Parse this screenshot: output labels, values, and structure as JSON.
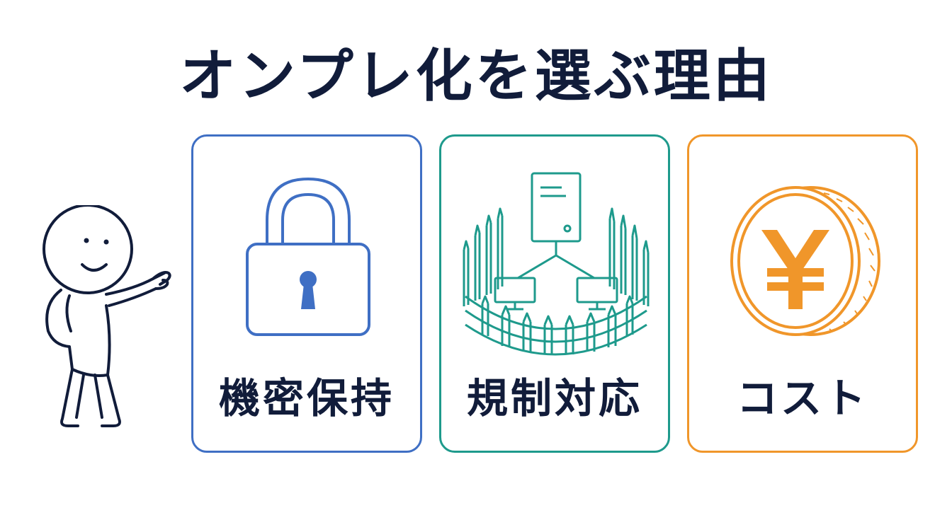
{
  "title": "オンプレ化を選ぶ理由",
  "cards": [
    {
      "label": "機密保持",
      "icon": "lock-icon",
      "color": "#3f6fc4"
    },
    {
      "label": "規制対応",
      "icon": "fenced-server-network-icon",
      "color": "#1e9a8c"
    },
    {
      "label": "コスト",
      "icon": "yen-coin-icon",
      "color": "#f0962a"
    }
  ],
  "colors": {
    "text": "#111c3a",
    "outline": "#111c3a"
  }
}
